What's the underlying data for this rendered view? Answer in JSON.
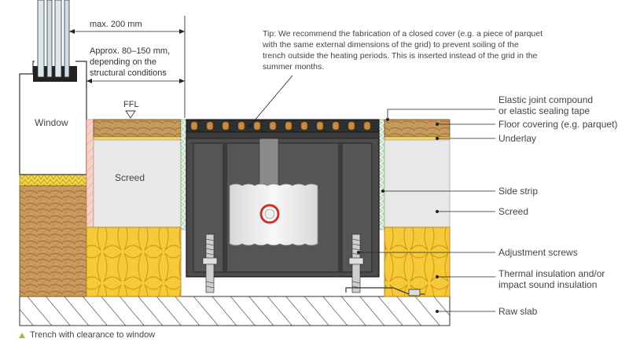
{
  "labels": {
    "dim_max": "max. 200 mm",
    "dim_approx_1": "Approx. 80–150 mm,",
    "dim_approx_2": "depending on the",
    "dim_approx_3": "structural conditions",
    "window": "Window",
    "ffl": "FFL",
    "screed_left": "Screed",
    "tip_1": "Tip: We recommend the fabrication of a closed cover (e.g. a piece of parquet",
    "tip_2": "with the same external dimensions of the grid) to prevent soiling of the",
    "tip_3": "trench outside the heating periods. This is inserted instead of the grid in the",
    "tip_4": "summer months."
  },
  "callouts": [
    {
      "id": "elastic-joint",
      "lines": [
        "Elastic joint compound",
        "or elastic sealing tape"
      ]
    },
    {
      "id": "floor-covering",
      "lines": [
        "Floor covering (e.g. parquet)"
      ]
    },
    {
      "id": "underlay",
      "lines": [
        "Underlay"
      ]
    },
    {
      "id": "side-strip",
      "lines": [
        "Side strip"
      ]
    },
    {
      "id": "screed",
      "lines": [
        "Screed"
      ]
    },
    {
      "id": "adjustment-screws",
      "lines": [
        "Adjustment screws"
      ]
    },
    {
      "id": "thermal-insulation",
      "lines": [
        "Thermal insulation and/or",
        "impact sound insulation"
      ]
    },
    {
      "id": "raw-slab",
      "lines": [
        "Raw slab"
      ]
    }
  ],
  "caption": "Trench with clearance to window",
  "colors": {
    "wood": "#c79a5e",
    "insulation": "#f4c430",
    "screed": "#e6e6e6",
    "trench": "#4a4a4a",
    "accent_triangle": "#9bc23c"
  }
}
